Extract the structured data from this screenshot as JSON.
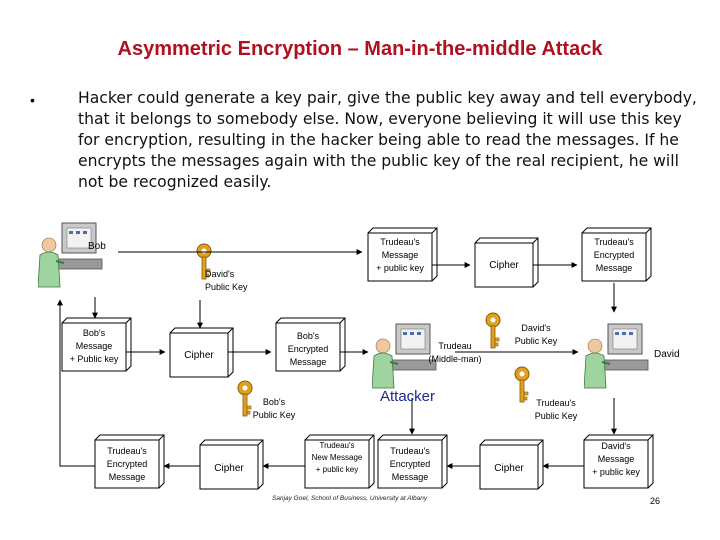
{
  "slide": {
    "title": "Asymmetric Encryption – Man-in-the-middle Attack",
    "bullet_symbol": "•",
    "bullet_text": "Hacker could generate a key pair, give the public key away and tell everybody, that it belongs to somebody else. Now, everyone believing it will use this key for encryption, resulting in the hacker being able to read the messages. If he encrypts the messages again with the public key of the real recipient, he will not be recognized easily.",
    "footer": "Sanjay Goel, School of Business, University at Albany",
    "page_number": "26"
  },
  "diagram": {
    "bob_label": "Bob",
    "trudeau_msg_pubkey": [
      "Trudeau's",
      "Message",
      "+ public key"
    ],
    "cipher_top": "Cipher",
    "trudeau_encrypted_top": [
      "Trudeau's",
      "Encrypted",
      "Message"
    ],
    "davids_public_key_top": [
      "David's",
      "Public Key"
    ],
    "bobs_msg_pubkey": [
      "Bob's",
      "Message",
      "+ Public key"
    ],
    "cipher_mid": "Cipher",
    "bobs_encrypted_msg": [
      "Bob's",
      "Encrypted",
      "Message"
    ],
    "trudeau_middleman": [
      "Trudeau",
      "(Middle-man)"
    ],
    "davids_public_key_mid": [
      "David's",
      "Public Key"
    ],
    "david_label": "David",
    "attacker_label": "Attacker",
    "bobs_public_key": [
      "Bob's",
      "Public Key"
    ],
    "trudeaus_public_key": [
      "Trudeau's",
      "Public Key"
    ],
    "trudeau_encrypted_bottom": [
      "Trudeau's",
      "Encrypted",
      "Message"
    ],
    "cipher_bottom_left": "Cipher",
    "trudeau_new_message": [
      "Trudeau's",
      "New Message",
      "+ public key"
    ],
    "trudeau_encrypted_bottom2": [
      "Trudeau's",
      "Encrypted",
      "Message"
    ],
    "cipher_bottom_right": "Cipher",
    "davids_msg_pubkey": [
      "David's",
      "Message",
      "+ public key"
    ]
  },
  "colors": {
    "title": "#b01020",
    "key": "#e0a020",
    "attacker": "#1a2a8a"
  }
}
